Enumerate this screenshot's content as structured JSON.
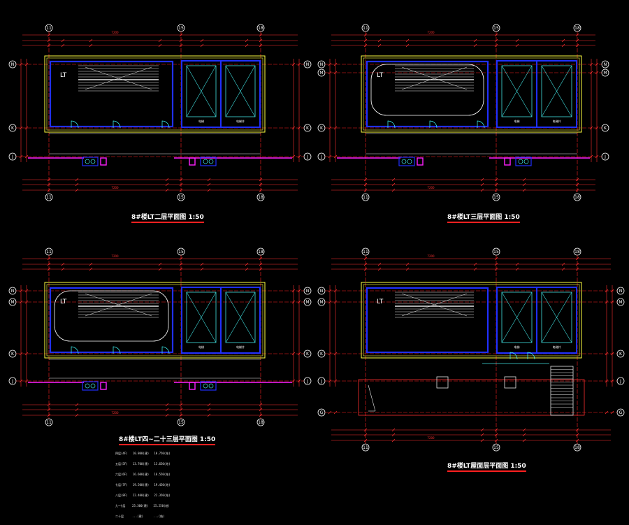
{
  "colors": {
    "background": "#000000",
    "grid_red": "#ff2020",
    "dim_red": "#ff3030",
    "wall_blue": "#2030ff",
    "wall_yellow": "#ffff40",
    "stair_white": "#e8e8e8",
    "elevator_cyan": "#40e0e0",
    "door_cyan": "#40ffff",
    "wall_magenta": "#ff20ff",
    "bubble_outline": "#ffffff"
  },
  "grid_axes": {
    "vertical": [
      "11",
      "15",
      "18"
    ],
    "horizontal_top_panels": [
      "N",
      "M",
      "K",
      "J"
    ],
    "horizontal_bottom_right_panel": [
      "N",
      "M",
      "K",
      "J",
      "G"
    ]
  },
  "panels": [
    {
      "id": "p1",
      "title": "8#楼LT二层平面图 1:50",
      "label_lt": "LT",
      "room_elev": "电梯",
      "room_shaft": "电梯井",
      "dim_total": "7200"
    },
    {
      "id": "p2",
      "title": "8#楼LT三层平面图 1:50",
      "label_lt": "LT",
      "room_elev": "电梯",
      "room_shaft": "电梯井",
      "dim_total": "7200"
    },
    {
      "id": "p3",
      "title": "8#楼LT四~二十三层平面图 1:50",
      "label_lt": "LT",
      "room_elev": "电梯",
      "room_shaft": "电梯井",
      "dim_total": "7200"
    },
    {
      "id": "p4",
      "title": "8#楼LT屋面层平面图 1:50",
      "label_lt": "LT",
      "room_elev": "电梯",
      "room_shaft": "电梯井",
      "dim_total": "7200"
    }
  ],
  "legend_rows": [
    "四层(4F)   10.800(建)   10.750(结)",
    "五层(5F)   13.700(建)   13.650(结)",
    "六层(6F)   16.600(建)   16.550(结)",
    "七层(7F)   19.500(建)   19.450(结)",
    "八层(8F)   22.400(建)   22.350(结)",
    "九~十层    25.300(建)   25.250(结)",
    "二十层     ...(建)      ...(结)"
  ]
}
